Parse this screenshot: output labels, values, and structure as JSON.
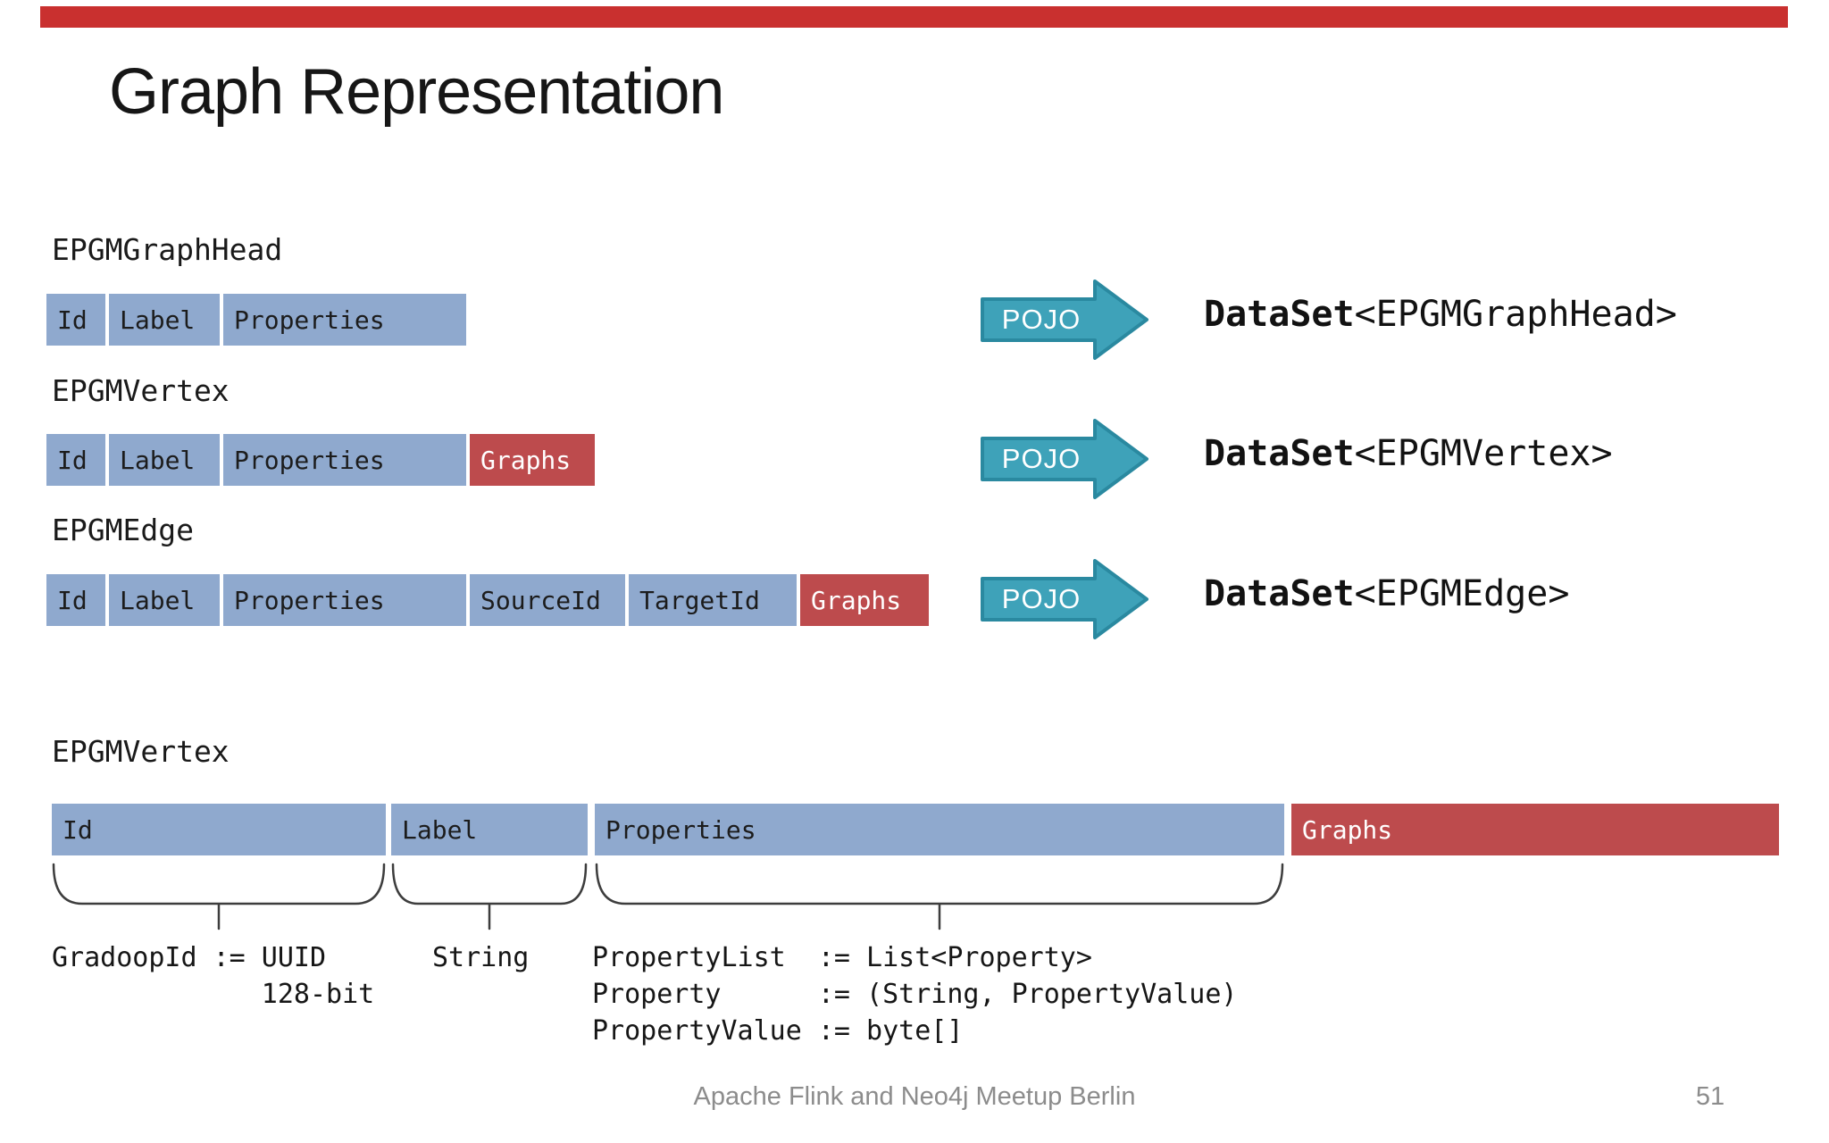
{
  "title": "Graph Representation",
  "colors": {
    "cell_blue": "#8FA9CE",
    "cell_red": "#BD4B4D",
    "arrow_fill": "#3EA2B9",
    "arrow_border": "#2A89A0",
    "progress_red": "#C9302F",
    "footer_gray": "#8C8C8C"
  },
  "rows": [
    {
      "label": "EPGMGraphHead",
      "cells": [
        "Id",
        "Label",
        "Properties"
      ],
      "arrow": "POJO",
      "dataset_bold": "DataSet",
      "dataset_rest": "<EPGMGraphHead>"
    },
    {
      "label": "EPGMVertex",
      "cells": [
        "Id",
        "Label",
        "Properties",
        "Graphs"
      ],
      "arrow": "POJO",
      "dataset_bold": "DataSet",
      "dataset_rest": "<EPGMVertex>"
    },
    {
      "label": "EPGMEdge",
      "cells": [
        "Id",
        "Label",
        "Properties",
        "SourceId",
        "TargetId",
        "Graphs"
      ],
      "arrow": "POJO",
      "dataset_bold": "DataSet",
      "dataset_rest": "<EPGMEdge>"
    }
  ],
  "detail": {
    "label": "EPGMVertex",
    "cells": [
      "Id",
      "Label",
      "Properties",
      "Graphs"
    ],
    "definitions": {
      "id": "GradoopId := UUID\n             128-bit",
      "label": "String",
      "properties": "PropertyList  := List<Property>\nProperty      := (String, PropertyValue)\nPropertyValue := byte[]"
    }
  },
  "footer": {
    "text": "Apache Flink and Neo4j Meetup Berlin",
    "page": "51"
  }
}
